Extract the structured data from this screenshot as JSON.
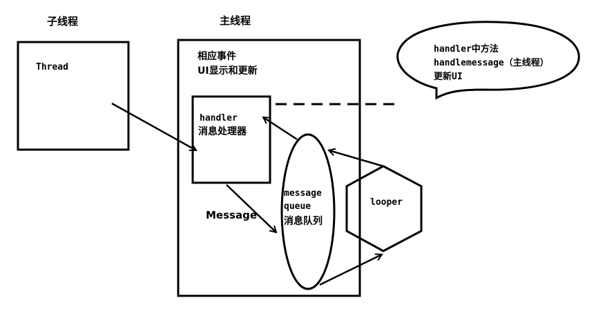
{
  "labels": {
    "sub_thread_title": "子线程",
    "main_thread_title": "主线程",
    "thread_box": "Thread",
    "main_box_line1": "相应事件",
    "main_box_line2": "UI显示和更新",
    "handler_line1": "handler",
    "handler_line2": "消息处理器",
    "queue_line1": "message",
    "queue_line2": "queue",
    "queue_line3": "消息队列",
    "looper": "looper",
    "message_arrow": "Message",
    "bubble_line1": "handler中方法",
    "bubble_line2": "handlemessage（主线程）",
    "bubble_line3": "更新UI"
  }
}
